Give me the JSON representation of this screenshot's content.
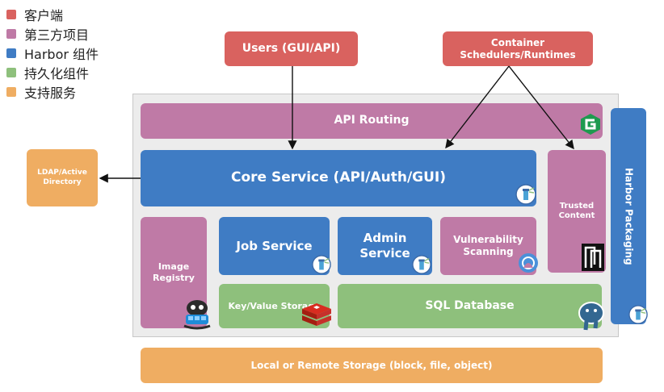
{
  "legend": [
    {
      "label": "客户端",
      "color": "#d9625f"
    },
    {
      "label": "第三方项目",
      "color": "#bf7aa6"
    },
    {
      "label": "Harbor 组件",
      "color": "#3f7cc4"
    },
    {
      "label": "持久化组件",
      "color": "#8ec07c"
    },
    {
      "label": "支持服务",
      "color": "#efad62"
    }
  ],
  "clients": {
    "users": "Users (GUI/API)",
    "container_line1": "Container",
    "container_line2": "Schedulers/Runtimes"
  },
  "components": {
    "api_routing": "API Routing",
    "core_service": "Core Service (API/Auth/GUI)",
    "trusted_line1": "Trusted",
    "trusted_line2": "Content",
    "harbor_packaging": "Harbor Packaging",
    "ldap_line1": "LDAP/Active",
    "ldap_line2": "Directory",
    "image_line1": "Image",
    "image_line2": "Registry",
    "job_service": "Job Service",
    "admin_line1": "Admin",
    "admin_line2": "Service",
    "vuln_line1": "Vulnerability",
    "vuln_line2": "Scanning",
    "kv_storage": "Key/Value Storage",
    "sql_database": "SQL Database",
    "local_storage": "Local or Remote Storage (block, file, object)"
  },
  "icons": {
    "nginx": "nginx-icon",
    "docker": "docker-compose-icon",
    "notary": "notary-icon",
    "clair": "clair-icon",
    "redis": "redis-icon",
    "postgres": "postgresql-icon",
    "harbor": "harbor-service-icon"
  }
}
